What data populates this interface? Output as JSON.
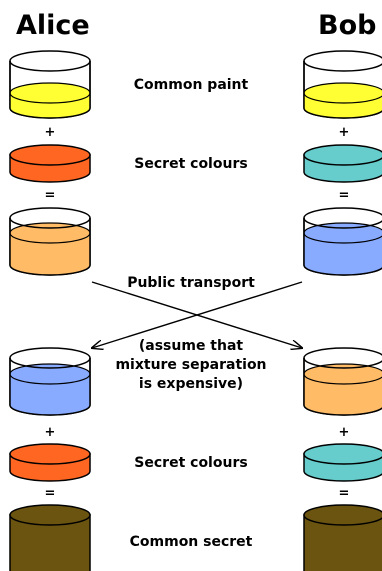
{
  "names": {
    "left": "Alice",
    "right": "Bob"
  },
  "labels": {
    "common_paint": "Common paint",
    "secret_colours_top": "Secret colours",
    "public_transport": "Public transport",
    "note": "(assume that mixture separation is expensive)",
    "secret_colours_bottom": "Secret colours",
    "common_secret": "Common secret"
  },
  "operators": {
    "plus": "+",
    "equals": "="
  },
  "colors": {
    "common_paint": "#ffff33",
    "alice_secret": "#ff6622",
    "bob_secret": "#66cccc",
    "alice_mixture": "#ffbb66",
    "bob_mixture": "#88aaff",
    "common_secret": "#6b5410",
    "outline": "#000000"
  }
}
